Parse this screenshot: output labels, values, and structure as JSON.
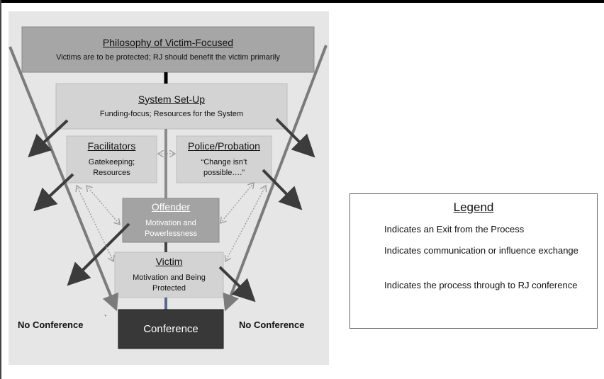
{
  "philosophy": {
    "title": "Philosophy of Victim-Focused",
    "subtitle": "Victims are to be protected; RJ should benefit the victim primarily"
  },
  "system": {
    "title": "System Set-Up",
    "subtitle": "Funding-focus; Resources for the System"
  },
  "facilitators": {
    "title": "Facilitators",
    "line1": "Gatekeeping;",
    "line2": "Resources"
  },
  "police": {
    "title": "Police/Probation",
    "line1": "“Change isn’t",
    "line2": "possible….”"
  },
  "offender": {
    "title": "Offender",
    "line1": "Motivation and",
    "line2": "Powerlessness"
  },
  "victim": {
    "title": "Victim",
    "line1": "Motivation and Being",
    "line2": "Protected"
  },
  "conference": {
    "label": "Conference"
  },
  "no_conference_left": "No Conference",
  "no_conference_right": "No Conference",
  "stray_mark": "`",
  "legend": {
    "title": "Legend",
    "items": [
      {
        "icon": "exit-arrow-icon",
        "text": "Indicates an Exit from the Process"
      },
      {
        "icon": "dotted-double-arrow-icon",
        "text": "Indicates communication or influence exchange"
      },
      {
        "icon": "process-arrow-icon",
        "text": "Indicates the process through to RJ conference"
      }
    ]
  },
  "colors": {
    "funnel_bg": "#e6e6e6",
    "philosophy_box": "#a6a6a6",
    "panel_box": "#d3d3d3",
    "offender_box": "#a3a3a3",
    "conference_box": "#383838",
    "exit_arrow": "#3c3c3c",
    "process_arrow": "#7b7b7b",
    "dotted_arrow": "#9a9a9a"
  }
}
